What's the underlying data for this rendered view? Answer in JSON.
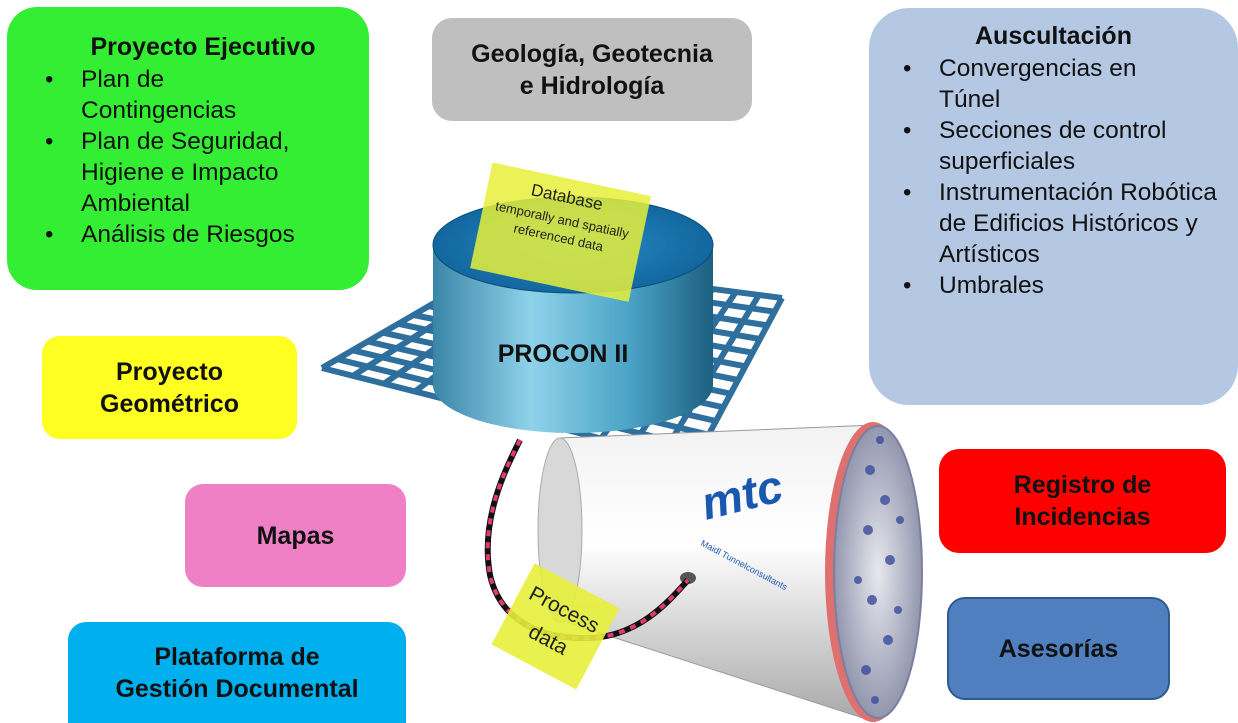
{
  "proyecto_ejecutivo": {
    "title": "Proyecto Ejecutivo",
    "items": [
      "Plan de Contingencias",
      "Plan de Seguridad, Higiene e Impacto Ambiental",
      "Análisis de Riesgos"
    ],
    "color": "#33ee33"
  },
  "geologia": {
    "line1": "Geología, Geotecnia",
    "line2": "e Hidrología",
    "color": "#bfbfbf"
  },
  "auscultacion": {
    "title": "Auscultación",
    "items": [
      "Convergencias en Túnel",
      "Secciones de control superficiales",
      "Instrumentación Robótica de Edificios Históricos y Artísticos",
      "Umbrales"
    ],
    "color": "#b4c8e4"
  },
  "proyecto_geometrico": {
    "line1": "Proyecto",
    "line2": "Geométrico",
    "color": "#ffff22"
  },
  "mapas": {
    "label": "Mapas",
    "color": "#f080c6"
  },
  "plataforma": {
    "line1": "Plataforma de",
    "line2": "Gestión Documental",
    "color": "#00b0ee"
  },
  "registro": {
    "line1": "Registro de",
    "line2": "Incidencias",
    "color": "#ff0000"
  },
  "asesorias": {
    "label": "Asesorías",
    "color": "#4f7fbf"
  },
  "center_graphic": {
    "procon_label": "PROCON II",
    "database_title": "Database",
    "database_sub1": "temporally and spatially",
    "database_sub2": "referenced data",
    "process_line1": "Process",
    "process_line2": "data",
    "tbm_logo": "mtc",
    "tbm_subtext": "Maidl Tunnelconsultants"
  }
}
